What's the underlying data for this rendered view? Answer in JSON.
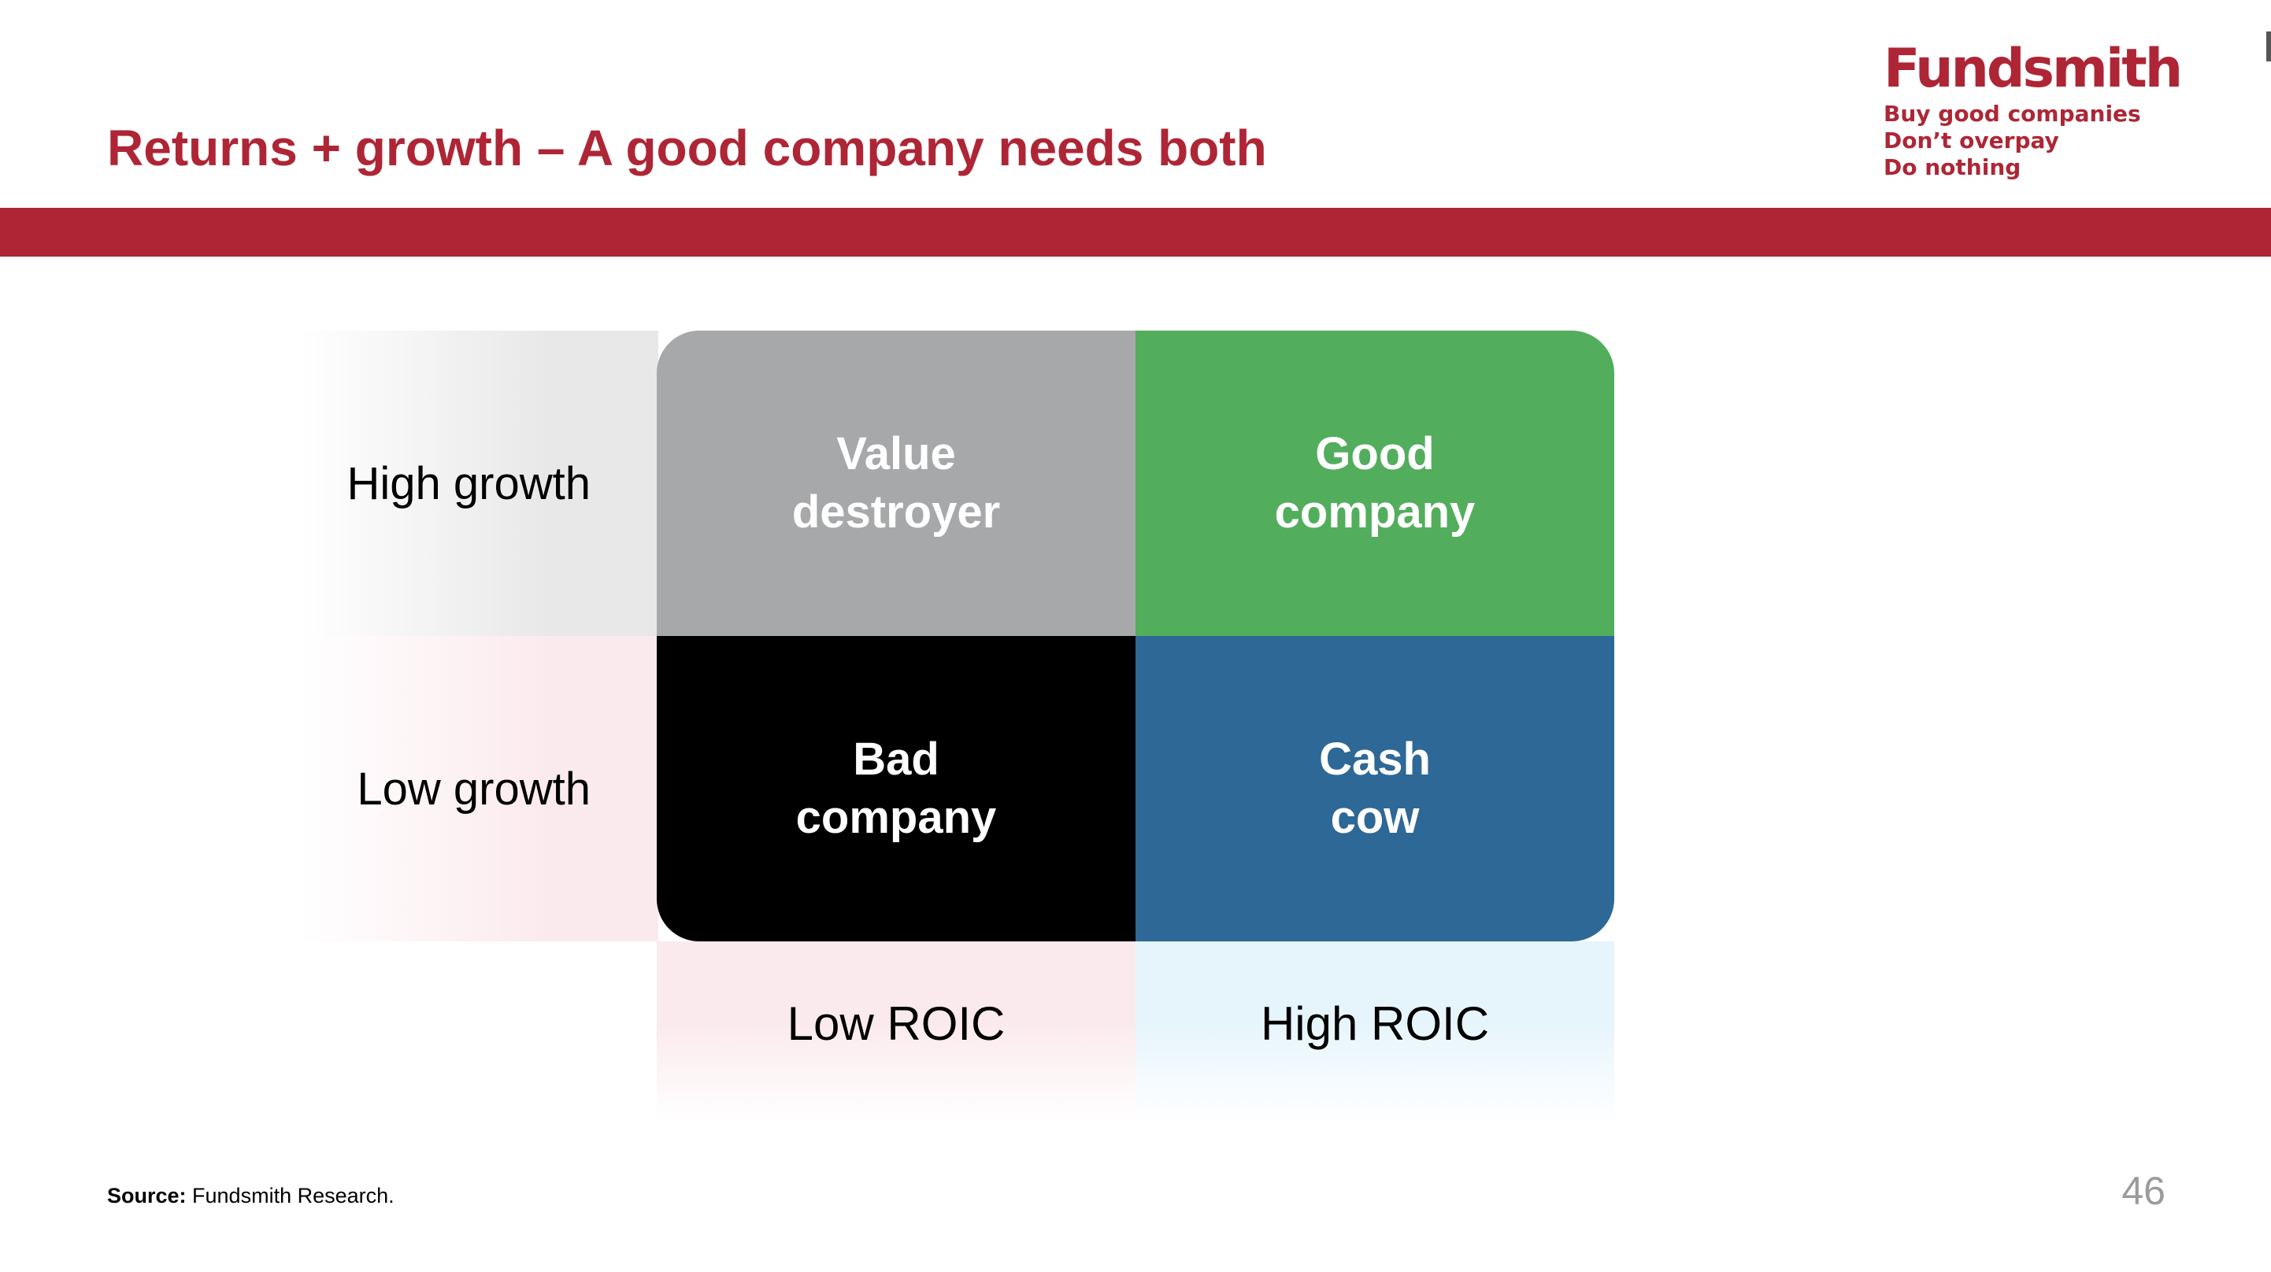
{
  "slide": {
    "title": "Returns + growth – A good company needs both",
    "page_number": "46",
    "accent_color": "#ae2636"
  },
  "logo": {
    "name": "Fundsmith",
    "tagline": [
      "Buy good companies",
      "Don’t overpay",
      "Do nothing"
    ]
  },
  "matrix": {
    "row_labels": [
      "High growth",
      "Low growth"
    ],
    "column_labels": [
      "Low ROIC",
      "High ROIC"
    ],
    "cells": [
      {
        "lines": [
          "Value",
          "destroyer"
        ],
        "color": "#a7a8aa"
      },
      {
        "lines": [
          "Good",
          "company"
        ],
        "color": "#52ae5c"
      },
      {
        "lines": [
          "Bad",
          "company"
        ],
        "color": "#000000"
      },
      {
        "lines": [
          "Cash",
          "cow"
        ],
        "color": "#2e6896"
      }
    ]
  },
  "footer": {
    "source_label": "Source:",
    "source_text": " Fundsmith Research."
  }
}
